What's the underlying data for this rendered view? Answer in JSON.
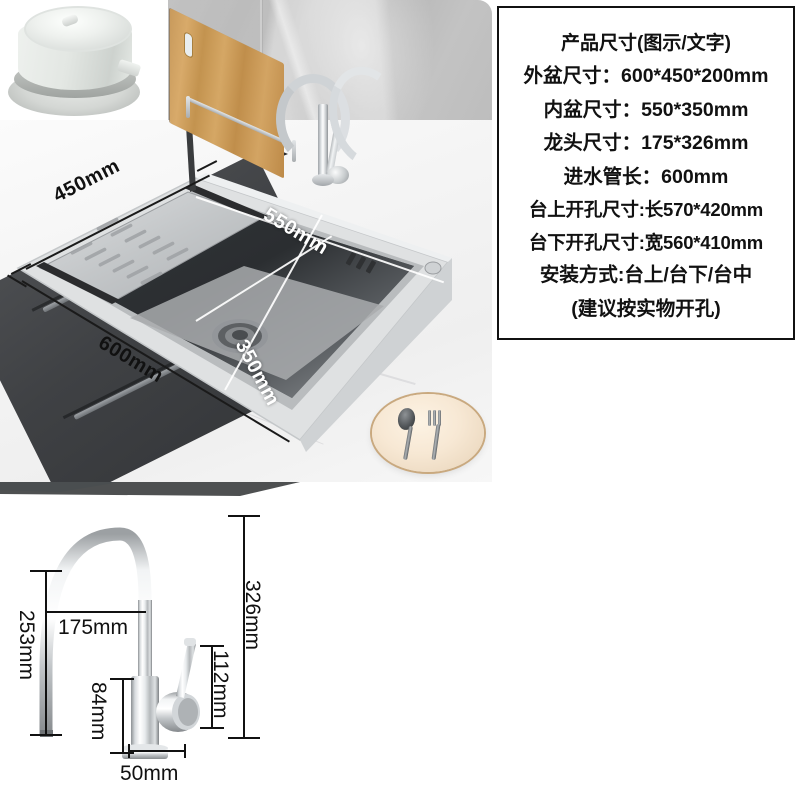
{
  "spec_box": {
    "title": "产品尺寸(图示/文字)",
    "lines": [
      "外盆尺寸：600*450*200mm",
      "内盆尺寸：550*350mm",
      "龙头尺寸：175*326mm",
      "进水管长：600mm",
      "台上开孔尺寸:长570*420mm",
      "台下开孔尺寸:宽560*410mm",
      "安装方式:台上/台下/台中",
      "(建议按实物开孔)"
    ]
  },
  "photo_dimensions": {
    "outer_depth": "450mm",
    "outer_width": "600mm",
    "inner_width": "550mm",
    "inner_depth": "350mm"
  },
  "faucet_dimensions": {
    "spout_reach": "175mm",
    "spout_height": "253mm",
    "total_height": "326mm",
    "handle_height": "112mm",
    "body_height": "84mm",
    "base_width": "50mm"
  },
  "colors": {
    "line": "#111111",
    "light_line": "#ffffff",
    "box_border": "#111111",
    "cabinet": "#3f4144",
    "basin": "#2b2d2f",
    "board": "#c8965a",
    "plate": "#f7e8d4"
  }
}
